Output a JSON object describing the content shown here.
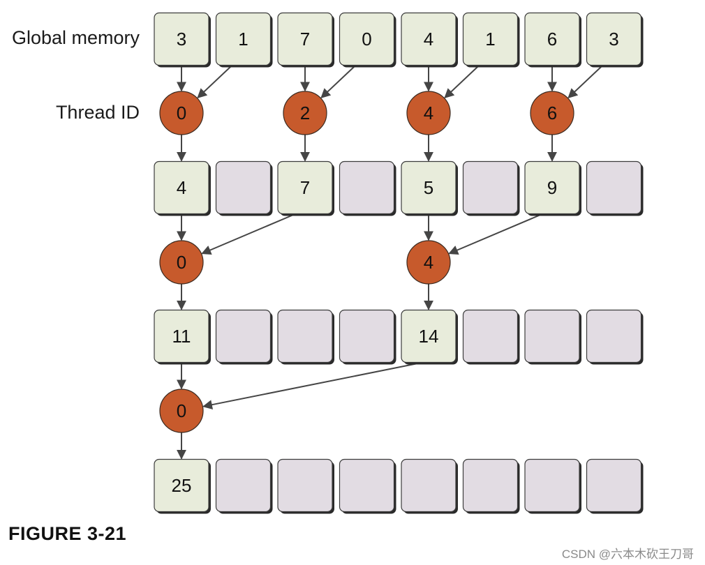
{
  "labels": {
    "global_memory": "Global memory",
    "thread_id": "Thread ID"
  },
  "caption": "FIGURE 3-21",
  "watermark": "CSDN @六本木砍王刀哥",
  "colors": {
    "filled_cell": "#e8ecdb",
    "empty_cell": "#e2dce3",
    "cell_border": "#3c3c3c",
    "cell_shadow": "#2a2a2a",
    "thread_node": "#c75a2c",
    "arrow": "#454545"
  },
  "rows": [
    [
      "3",
      "1",
      "7",
      "0",
      "4",
      "1",
      "6",
      "3"
    ],
    [
      "4",
      "",
      "7",
      "",
      "5",
      "",
      "9",
      ""
    ],
    [
      "11",
      "",
      "",
      "",
      "14",
      "",
      "",
      ""
    ],
    [
      "25",
      "",
      "",
      "",
      "",
      "",
      "",
      ""
    ]
  ],
  "thread_levels": [
    [
      {
        "id": "0",
        "col": 0,
        "partner": 1
      },
      {
        "id": "2",
        "col": 2,
        "partner": 3
      },
      {
        "id": "4",
        "col": 4,
        "partner": 5
      },
      {
        "id": "6",
        "col": 6,
        "partner": 7
      }
    ],
    [
      {
        "id": "0",
        "col": 0,
        "partner": 2
      },
      {
        "id": "4",
        "col": 4,
        "partner": 6
      }
    ],
    [
      {
        "id": "0",
        "col": 0,
        "partner": 4
      }
    ]
  ]
}
